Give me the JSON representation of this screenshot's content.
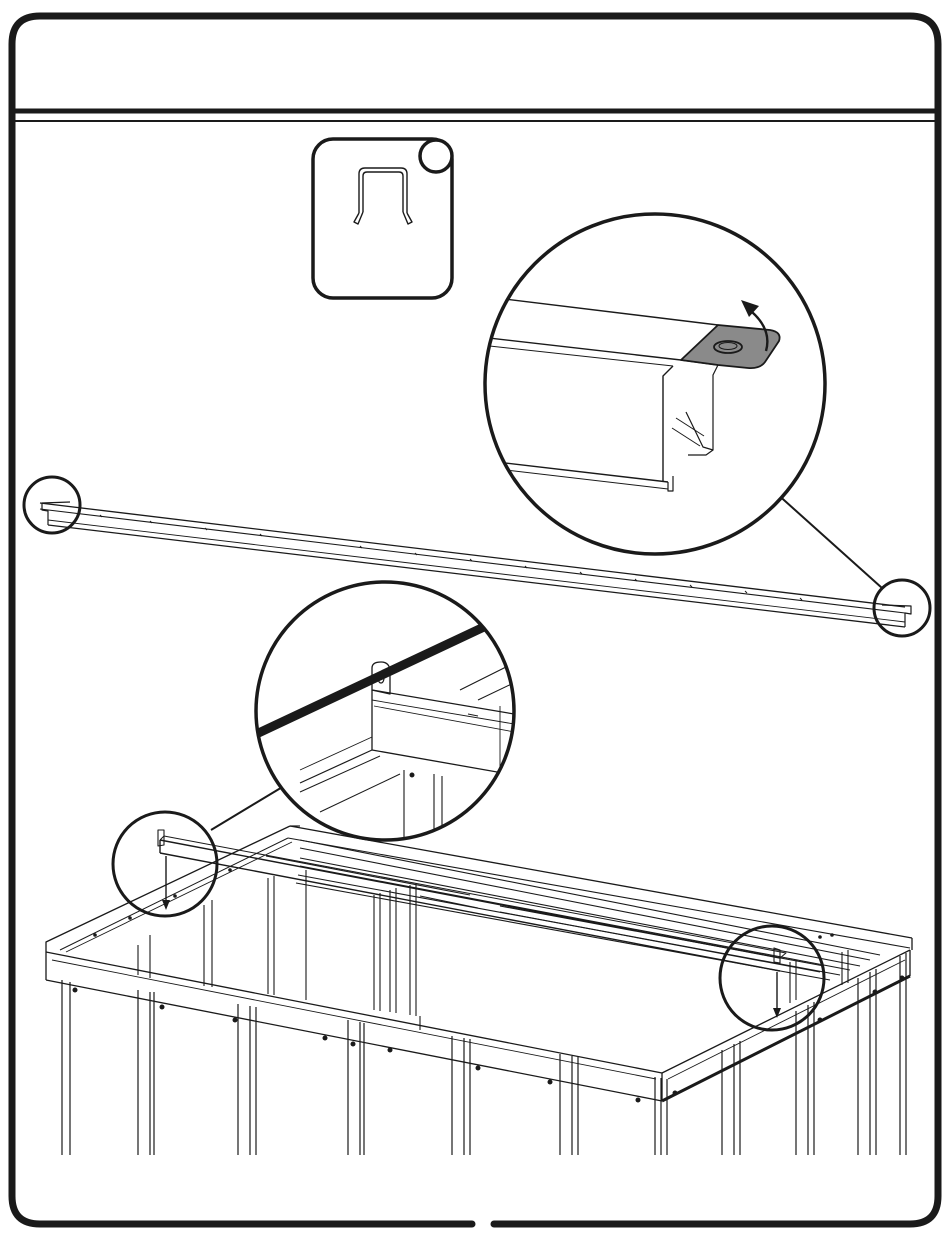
{
  "page": {
    "header_title": "",
    "step_number": "",
    "page_number": ""
  },
  "parts": [
    {
      "name": "roof-beam-u-channel",
      "part_number": "",
      "quantity": ""
    }
  ],
  "details": [
    {
      "name": "beam-end-tab-fold-detail",
      "action": "fold-tab-up"
    },
    {
      "name": "beam-end-seated-on-frame-detail",
      "action": "lower-beam-onto-frame"
    }
  ],
  "colors": {
    "line": "#1a1a1a",
    "tab_fill": "#8a8a8a",
    "background": "#ffffff"
  }
}
